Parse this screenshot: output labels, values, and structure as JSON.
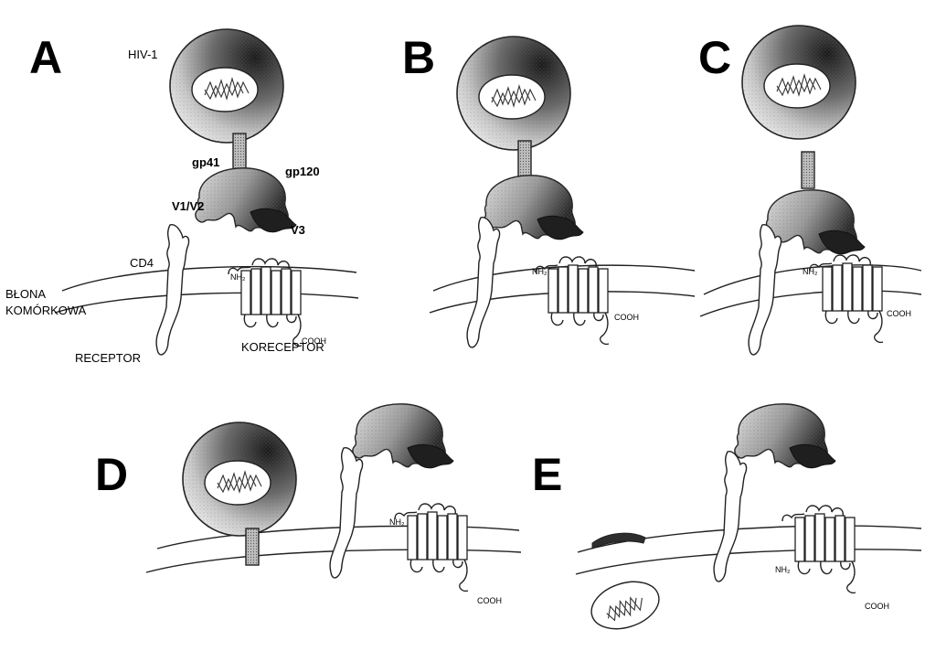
{
  "panels": {
    "a": {
      "letter": "A"
    },
    "b": {
      "letter": "B"
    },
    "c": {
      "letter": "C"
    },
    "d": {
      "letter": "D"
    },
    "e": {
      "letter": "E"
    }
  },
  "labels": {
    "virus": "HIV-1",
    "gp41": "gp41",
    "gp120": "gp120",
    "v1v2": "V1/V2",
    "v3": "V3",
    "cd4": "CD4",
    "nh2": "NH₂",
    "cooh": "COOH",
    "membrane_line1": "BŁONA",
    "membrane_line2": "KOMÓRKOWA",
    "receptor": "RECEPTOR",
    "coreceptor": "KORECEPTOR"
  },
  "colors": {
    "virus_shade": "#2b2b2b",
    "gp120_shade": "#555555",
    "v3_shade": "#1a1a1a",
    "outline": "#222222"
  }
}
